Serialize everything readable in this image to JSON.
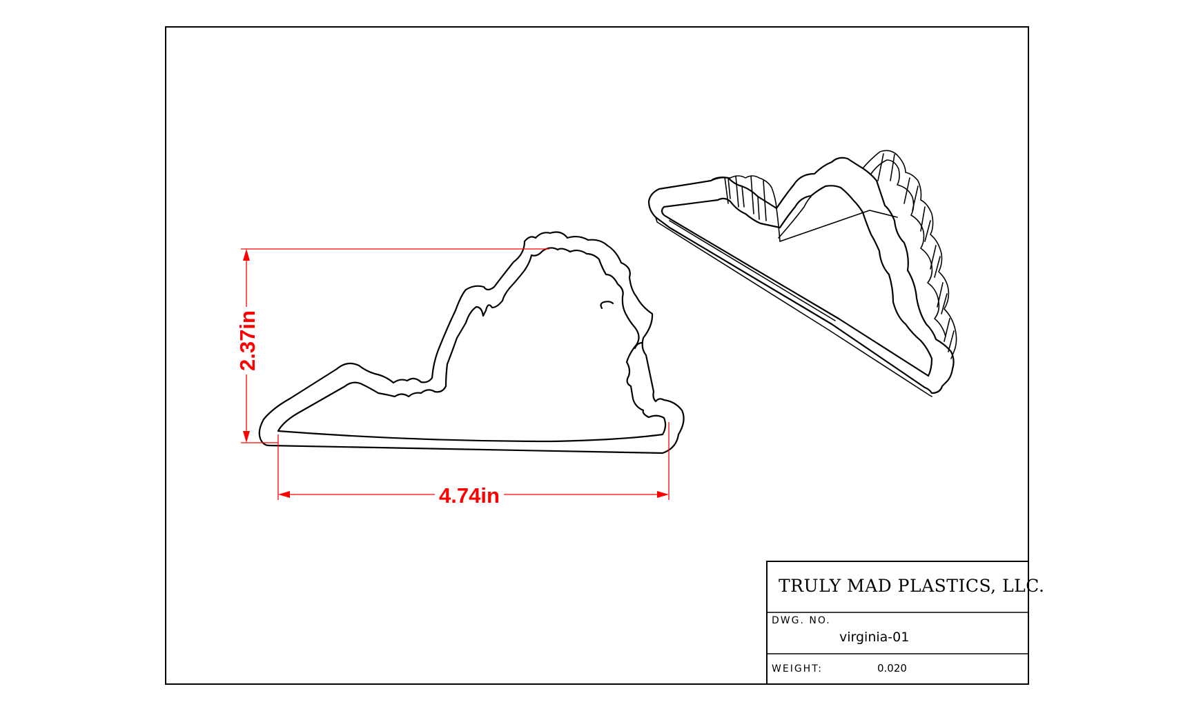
{
  "dimensions": {
    "height_label": "2.37in",
    "width_label": "4.74in"
  },
  "title_block": {
    "company": "TRULY MAD PLASTICS, LLC.",
    "dwg_no_label": "DWG. NO.",
    "dwg_no_value": "virginia-01",
    "weight_label": "WEIGHT:",
    "weight_value": "0.020"
  },
  "colors": {
    "dimension": "#ff0000",
    "line": "#000000",
    "background": "#ffffff"
  }
}
